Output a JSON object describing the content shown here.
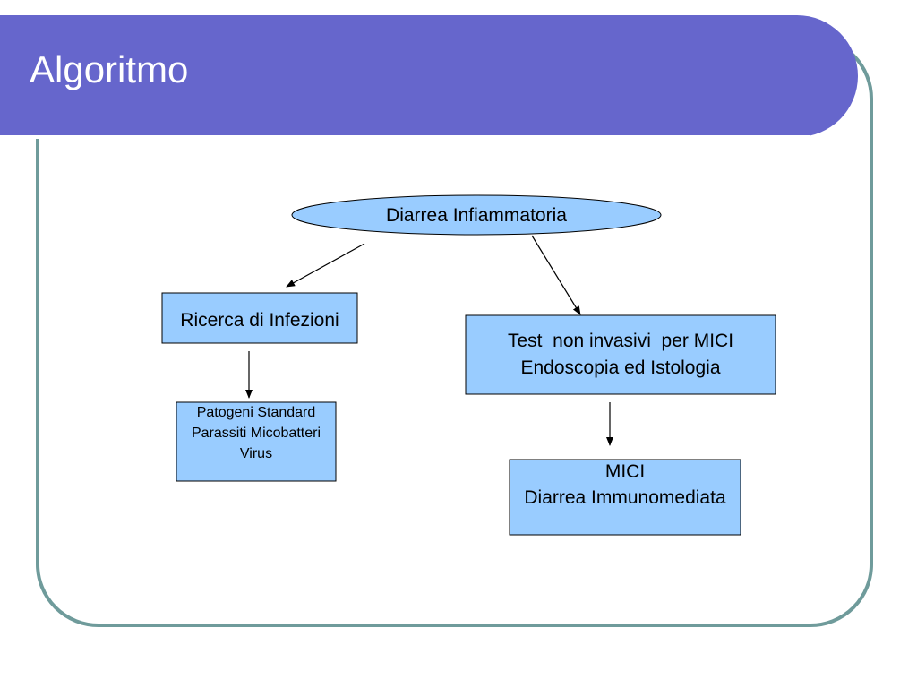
{
  "slide": {
    "title": "Algoritmo"
  },
  "colors": {
    "title_bar": "#6666cc",
    "frame_border": "#6f9b9b",
    "node_fill": "#99ccff",
    "node_stroke": "#000000"
  },
  "diagram": {
    "root": {
      "label": "Diarrea Infiammatoria"
    },
    "infezioni": {
      "label": "Ricerca di Infezioni"
    },
    "test": {
      "lines": [
        "Test  non invasivi  per MICI",
        "Endoscopia ed Istologia"
      ]
    },
    "patogeni": {
      "lines": [
        "Patogeni Standard",
        "Parassiti Micobatteri",
        "Virus"
      ]
    },
    "mici": {
      "lines": [
        "MICI",
        "Diarrea Immunomediata"
      ]
    }
  }
}
